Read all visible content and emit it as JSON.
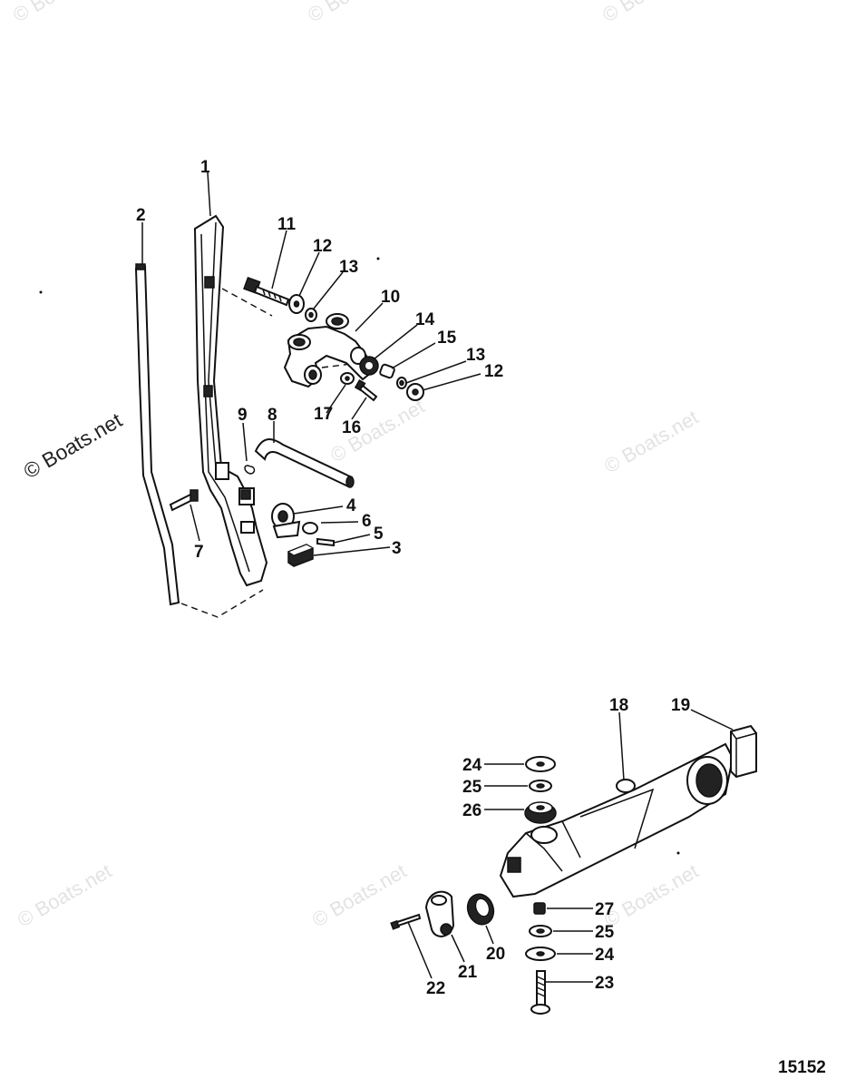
{
  "diagram": {
    "figure_number": "15152",
    "watermarks": {
      "dark": "© Boats.net",
      "light": [
        "© Boats.net",
        "© Boats.net",
        "© Boats.net",
        "© Boats.net",
        "© Boats.net",
        "© Boats.net",
        "© Boats.net",
        "© Boats.net",
        "© Boats.net"
      ]
    },
    "callouts": [
      "1",
      "2",
      "11",
      "12",
      "13",
      "10",
      "14",
      "15",
      "13",
      "12",
      "17",
      "16",
      "9",
      "8",
      "4",
      "6",
      "5",
      "3",
      "7",
      "18",
      "19",
      "24",
      "25",
      "26",
      "27",
      "25",
      "24",
      "23",
      "20",
      "21",
      "22"
    ]
  }
}
